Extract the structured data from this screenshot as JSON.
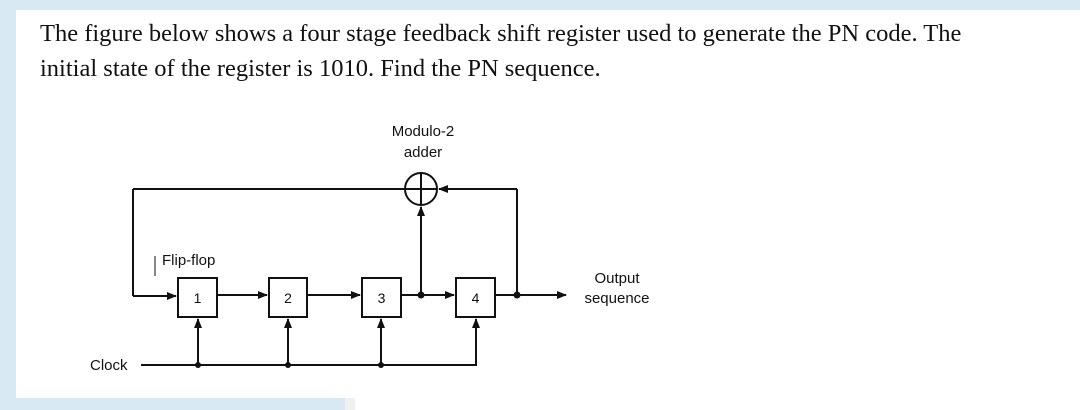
{
  "question": {
    "line1": "The figure below shows a four stage feedback shift register used to generate the PN code. The",
    "line2": "initial state of the register is 1010. Find the PN sequence."
  },
  "diagram": {
    "adder_label_line1": "Modulo-2",
    "adder_label_line2": "adder",
    "flipflop_label": "Flip-flop",
    "stages": [
      "1",
      "2",
      "3",
      "4"
    ],
    "output_label_line1": "Output",
    "output_label_line2": "sequence",
    "clock_label": "Clock"
  },
  "colors": {
    "frame": "#d9e9f4",
    "line": "#111111"
  }
}
